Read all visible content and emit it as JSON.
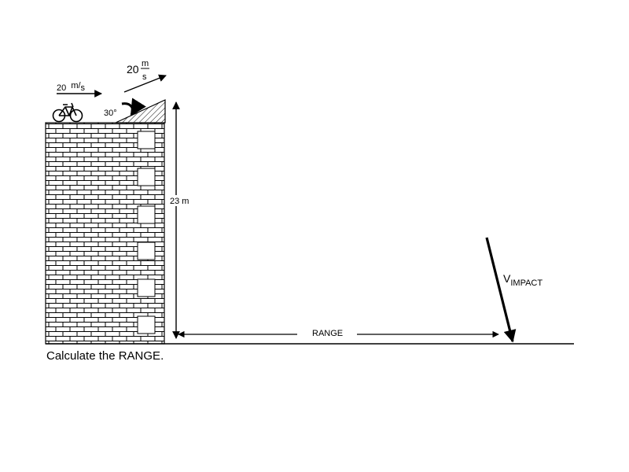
{
  "bike_speed": {
    "value": "20",
    "unit_num": "m",
    "unit_sep": "/",
    "unit_den": "s"
  },
  "launch_speed": {
    "value": "20",
    "unit_num": "m",
    "unit_den": "s"
  },
  "ramp_angle": "30°",
  "height_label": "23 m",
  "range_label": "RANGE",
  "impact_label": {
    "main": "V",
    "sub": "IMPACT"
  },
  "caption": "Calculate the RANGE.",
  "colors": {
    "ink": "#000000",
    "paper": "#ffffff"
  },
  "icons": [
    "bicycle-icon"
  ]
}
